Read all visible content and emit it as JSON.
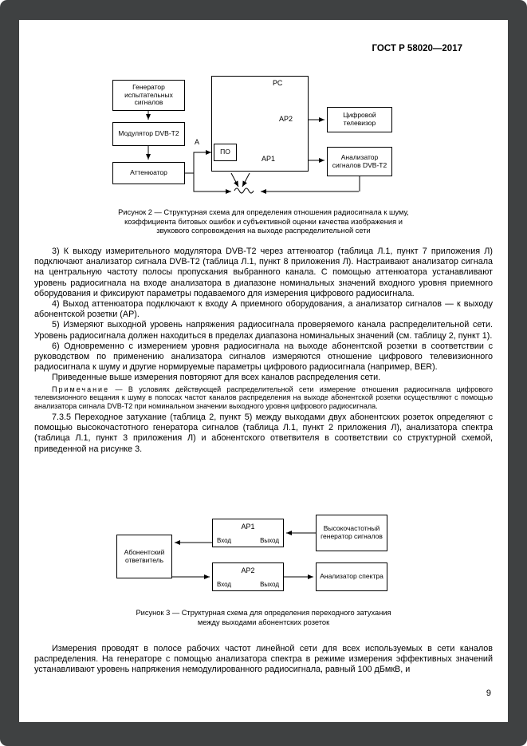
{
  "header": {
    "title": "ГОСТ Р 58020—2017"
  },
  "figure2": {
    "boxes": {
      "generator": "Генератор испытательных сигналов",
      "modulator": "Модулятор DVB-T2",
      "attenuator": "Аттенюатор",
      "pc": "РС",
      "software": "ПО",
      "ap2": "АР2",
      "ap1": "АР1",
      "point_a": "А",
      "tv": "Цифровой телевизор",
      "signal_analyzer": "Анализатор сигналов DVB-T2"
    },
    "caption": "Рисунок 2 — Структурная схема для определения отношения радиосигнала к шуму, коэффициента битовых ошибок и субъективной оценки качества изображения и звукового сопровождения на выходе распределительной сети"
  },
  "body": {
    "p3": "3) К выходу измерительного модулятора DVB-T2 через аттенюатор (таблица Л.1, пункт 7 приложения Л) подключают анализатор сигнала DVB-T2 (таблица Л.1, пункт 8 приложения Л). Настраивают анализатор сигнала на центральную частоту полосы пропускания выбранного канала. С помощью аттенюатора устанавливают уровень радиосигнала на входе анализатора в диапазоне номинальных значений входного уровня приемного оборудования и фиксируют параметры подаваемого для измерения цифрового радиосигнала.",
    "p4": "4) Выход аттенюатора подключают к входу А приемного оборудования, а анализатор сигналов — к выходу абонентской розетки (АР).",
    "p5": "5) Измеряют выходной уровень напряжения радиосигнала проверяемого канала распределительной сети. Уровень радиосигнала должен находиться в пределах диапазона номинальных значений (см. таблицу 2, пункт 1).",
    "p6": "6) Одновременно с измерением уровня радиосигнала на выходе абонентской розетки в соответствии с руководством по применению анализатора сигналов измеряются отношение цифрового телевизионного радиосигнала к шуму и другие нормируемые параметры цифрового радиосигнала (например, BER).",
    "p_repeat": "Приведенные выше измерения повторяют для всех каналов распределения сети.",
    "note_label": "Примечание",
    "note_text": "— В условиях действующей распределительной сети измерение отношения радиосигнала цифрового телевизионного вещания к шуму в полосах частот каналов распределения на выходе абонентской розетки осуществляют с помощью анализатора сигнала DVB-T2 при номинальном значении выходного уровня цифрового радиосигнала.",
    "p735": "7.3.5 Переходное затухание (таблица 2, пункт 5) между выходами двух абонентских розеток определяют с помощью высокочастотного генератора сигналов (таблица Л.1, пункт 2 приложения Л), анализатора спектра (таблица Л.1, пункт 3 приложения Л) и абонентского ответвителя в соответствии со структурной схемой, приведенной на рисунке 3.",
    "p_final": "Измерения проводят в полосе рабочих частот линейной сети для всех используемых в сети каналов распределения. На генераторе с помощью анализатора спектра в режиме измерения эффективных значений устанавливают уровень напряжения немодулированного радиосигнала, равный 100 дБмкВ, и"
  },
  "figure3": {
    "boxes": {
      "tap": "Абонентский ответвитель",
      "ar1": "АР1",
      "ar2": "АР2",
      "input": "Вход",
      "output": "Выход",
      "hf_generator": "Высокочастотный генератор сигналов",
      "spectrum_analyzer": "Анализатор спектра"
    },
    "caption": "Рисунок 3 — Структурная схема для определения переходного затухания между выходами абонентских розеток"
  },
  "footer": {
    "page_number": "9"
  }
}
